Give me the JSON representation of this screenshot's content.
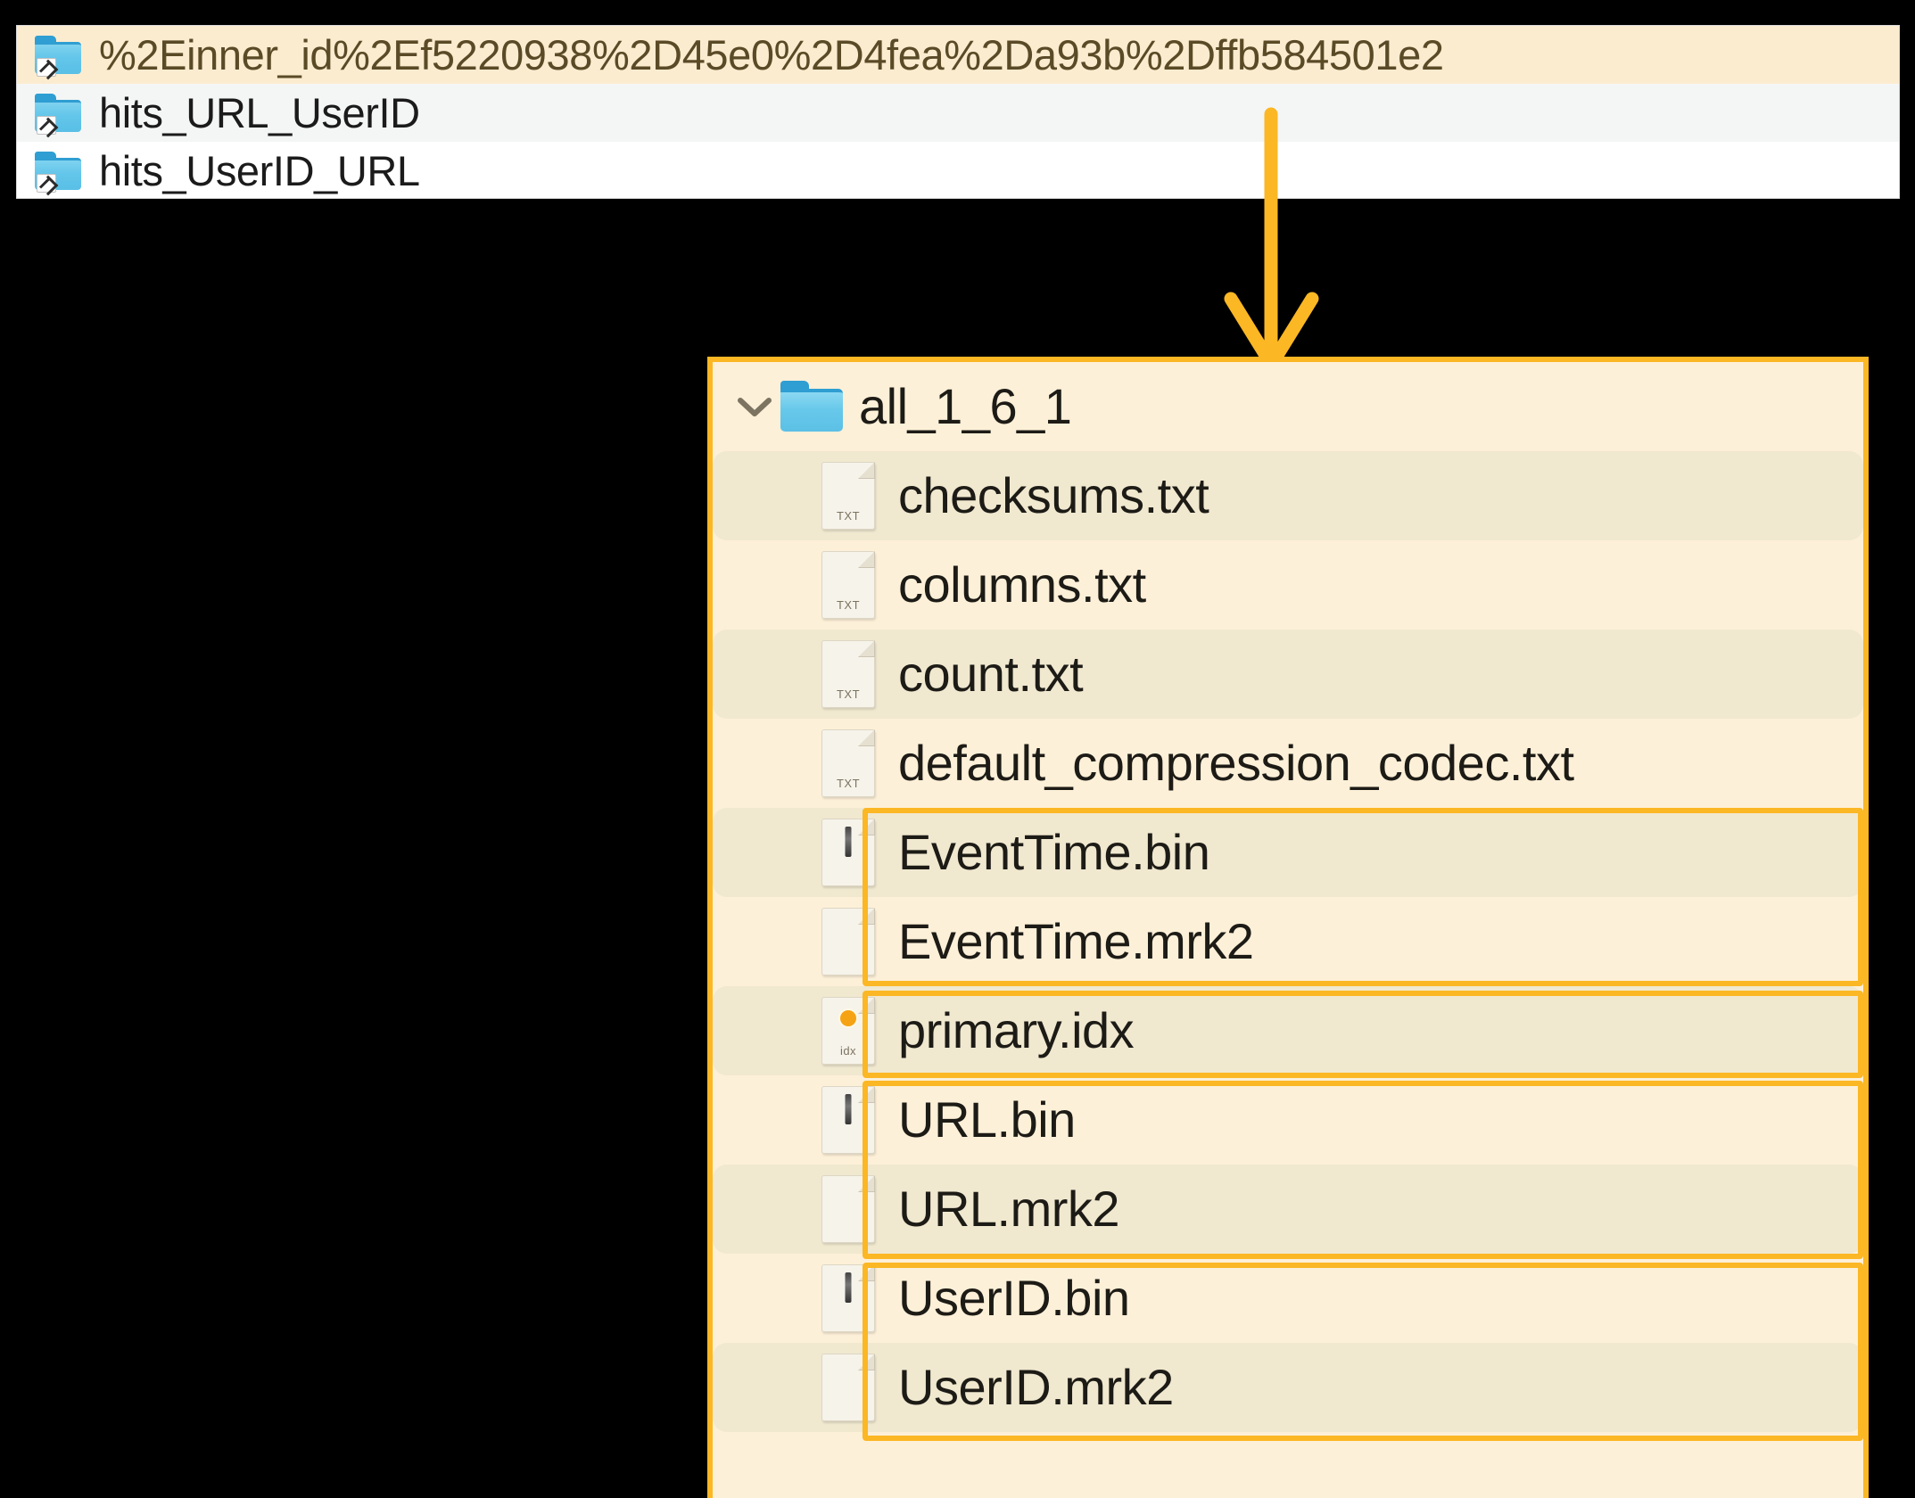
{
  "folder_list": {
    "items": [
      {
        "label": "%2Einner_id%2Ef5220938%2D45e0%2D4fea%2Da93b%2Dffb584501e2",
        "icon": "folder-shortcut-icon",
        "state": "selected"
      },
      {
        "label": "hits_URL_UserID",
        "icon": "folder-shortcut-icon",
        "state": "alt"
      },
      {
        "label": "hits_UserID_URL",
        "icon": "folder-shortcut-icon",
        "state": "normal"
      }
    ]
  },
  "annotation": {
    "arrow": "down-arrow",
    "accent_color": "#fbb724"
  },
  "panel": {
    "folder": {
      "label": "all_1_6_1",
      "icon": "folder-icon",
      "chevron": "chevron-down-icon",
      "expanded": true
    },
    "files": [
      {
        "name": "checksums.txt",
        "icon": "txt-file-icon",
        "tag": "TXT",
        "stripe": true,
        "highlight": false
      },
      {
        "name": "columns.txt",
        "icon": "txt-file-icon",
        "tag": "TXT",
        "stripe": false,
        "highlight": false
      },
      {
        "name": "count.txt",
        "icon": "txt-file-icon",
        "tag": "TXT",
        "stripe": true,
        "highlight": false
      },
      {
        "name": "default_compression_codec.txt",
        "icon": "txt-file-icon",
        "tag": "TXT",
        "stripe": false,
        "highlight": false
      },
      {
        "name": "EventTime.bin",
        "icon": "bin-file-icon",
        "tag": "",
        "stripe": true,
        "highlight": true
      },
      {
        "name": "EventTime.mrk2",
        "icon": "mrk-file-icon",
        "tag": "",
        "stripe": false,
        "highlight": true
      },
      {
        "name": "primary.idx",
        "icon": "idx-file-icon",
        "tag": "idx",
        "stripe": true,
        "highlight": true
      },
      {
        "name": "URL.bin",
        "icon": "bin-file-icon",
        "tag": "",
        "stripe": false,
        "highlight": true
      },
      {
        "name": "URL.mrk2",
        "icon": "mrk-file-icon",
        "tag": "",
        "stripe": true,
        "highlight": true
      },
      {
        "name": "UserID.bin",
        "icon": "bin-file-icon",
        "tag": "",
        "stripe": false,
        "highlight": true
      },
      {
        "name": "UserID.mrk2",
        "icon": "mrk-file-icon",
        "tag": "",
        "stripe": true,
        "highlight": true
      }
    ],
    "highlight_groups": [
      {
        "from": 4,
        "to": 5,
        "label": "EventTime-group"
      },
      {
        "from": 6,
        "to": 6,
        "label": "primary-idx-group"
      },
      {
        "from": 7,
        "to": 8,
        "label": "URL-group"
      },
      {
        "from": 9,
        "to": 10,
        "label": "UserID-group"
      }
    ]
  }
}
